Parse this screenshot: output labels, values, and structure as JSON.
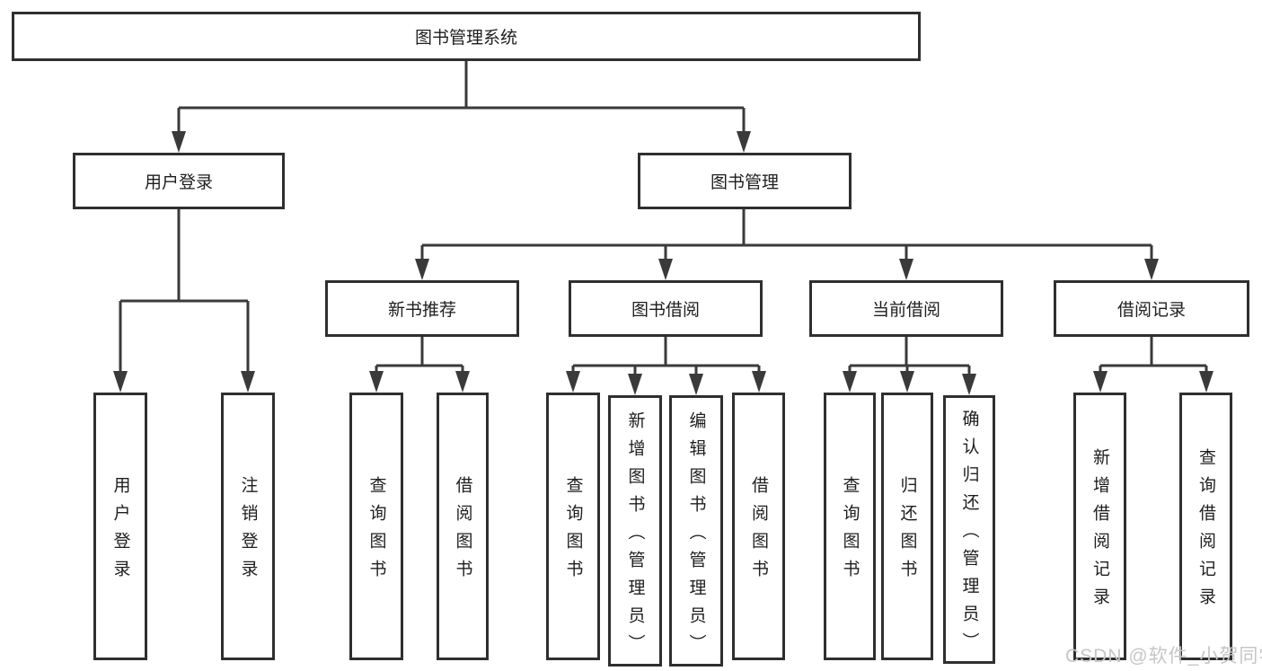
{
  "diagram": {
    "root": {
      "label": "图书管理系统"
    },
    "branches": [
      {
        "label": "用户登录",
        "children": [
          {
            "label": "用户登录"
          },
          {
            "label": "注销登录"
          }
        ]
      },
      {
        "label": "图书管理",
        "groups": [
          {
            "label": "新书推荐",
            "children": [
              {
                "label": "查询图书"
              },
              {
                "label": "借阅图书"
              }
            ]
          },
          {
            "label": "图书借阅",
            "children": [
              {
                "label": "查询图书"
              },
              {
                "label": "新增图书（管理员）"
              },
              {
                "label": "编辑图书（管理员）"
              },
              {
                "label": "借阅图书"
              }
            ]
          },
          {
            "label": "当前借阅",
            "children": [
              {
                "label": "查询图书"
              },
              {
                "label": "归还图书"
              },
              {
                "label": "确认归还（管理员）"
              }
            ]
          },
          {
            "label": "借阅记录",
            "children": [
              {
                "label": "新增借阅记录"
              },
              {
                "label": "查询借阅记录"
              }
            ]
          }
        ]
      }
    ]
  },
  "watermark": {
    "text": "CSDN @软件_小贺同学"
  },
  "colors": {
    "line": "#3a3a3a",
    "border": "#2f2f2f",
    "text": "#1e1e1e",
    "watermark": "#c6c6c6",
    "background": "#ffffff"
  }
}
